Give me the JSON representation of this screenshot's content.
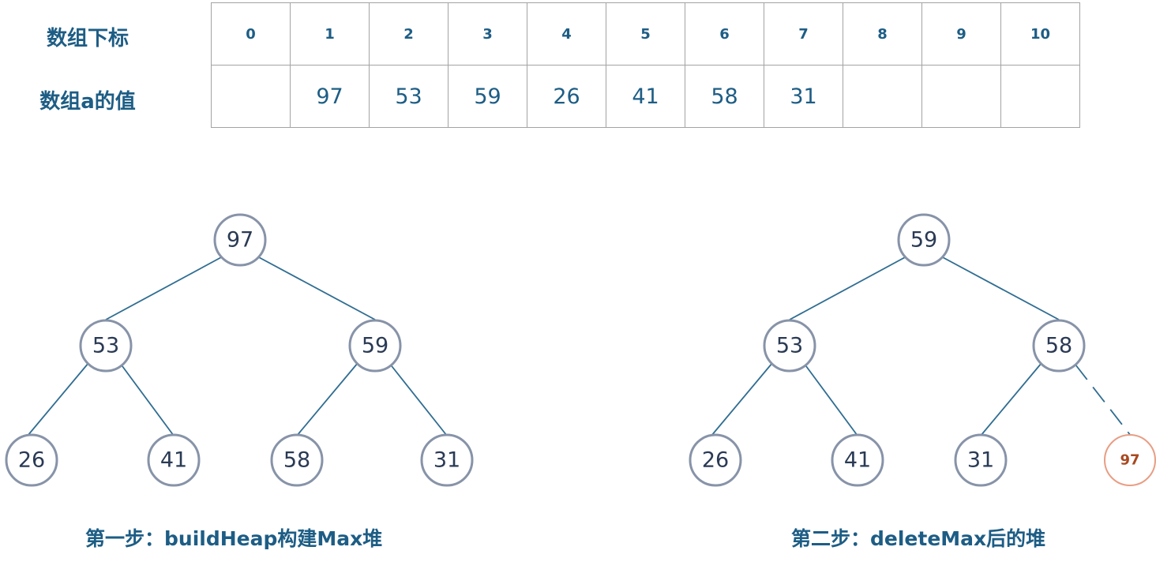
{
  "array": {
    "index_label": "数组下标",
    "value_label": "数组a的值",
    "indices": [
      "0",
      "1",
      "2",
      "3",
      "4",
      "5",
      "6",
      "7",
      "8",
      "9",
      "10"
    ],
    "values": [
      "",
      "97",
      "53",
      "59",
      "26",
      "41",
      "58",
      "31",
      "",
      "",
      ""
    ]
  },
  "trees": [
    {
      "caption": "第一步：buildHeap构建Max堆",
      "nodes": [
        "97",
        "53",
        "59",
        "26",
        "41",
        "58",
        "31"
      ]
    },
    {
      "caption": "第二步：deleteMax后的堆",
      "nodes": [
        "59",
        "53",
        "58",
        "26",
        "41",
        "31",
        "97"
      ],
      "removed_node": "97"
    }
  ],
  "colors": {
    "text": "#1d5d85",
    "edge": "#2f6d92",
    "node_border": "#8793a8",
    "removed_border": "#e89e84",
    "removed_text": "#a8481f"
  }
}
